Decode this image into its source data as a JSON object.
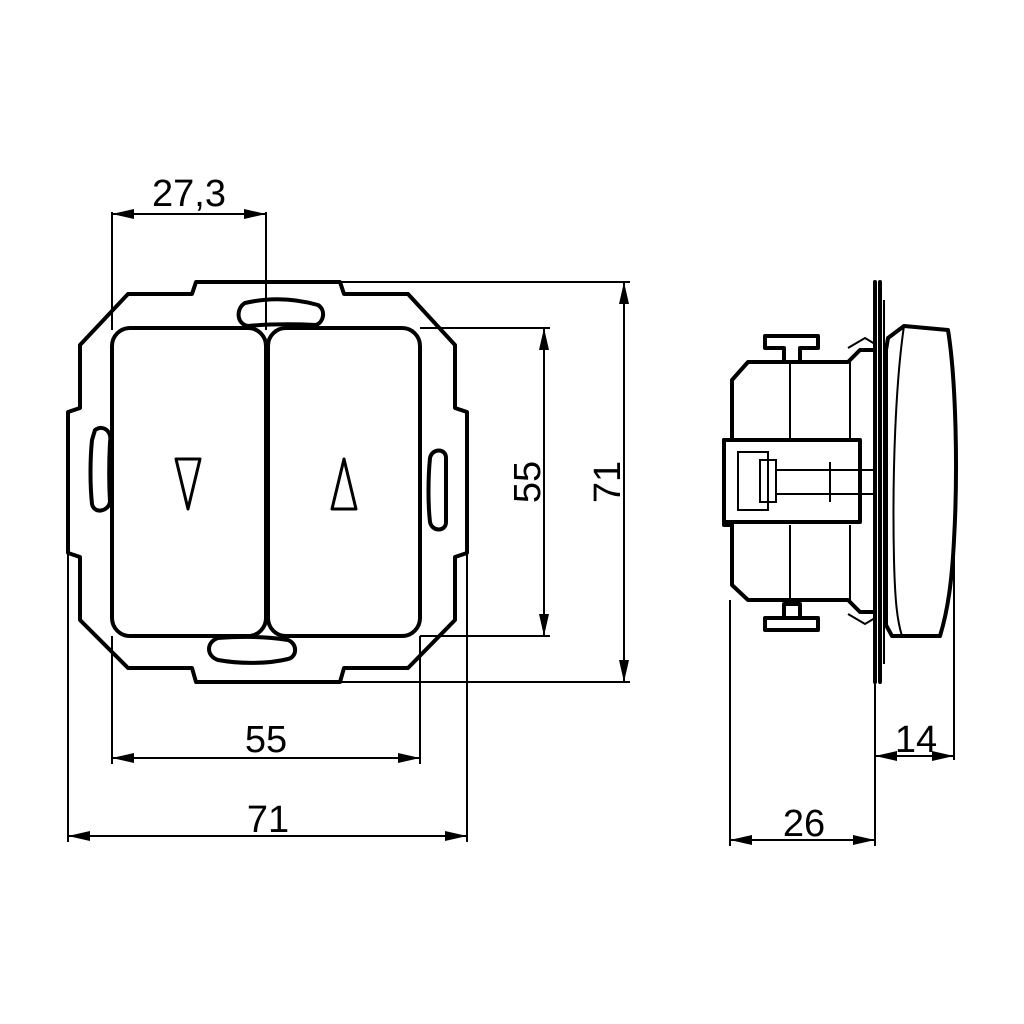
{
  "drawing": {
    "dimensions": {
      "top_half_width": "27,3",
      "rocker_height": "55",
      "frame_height": "71",
      "rocker_width": "55",
      "frame_width": "71",
      "depth_total": "26",
      "depth_front": "14"
    },
    "symbols": {
      "left_rocker": "down-triangle",
      "right_rocker": "up-triangle"
    },
    "colors": {
      "line": "#000000",
      "background": "#ffffff"
    }
  }
}
